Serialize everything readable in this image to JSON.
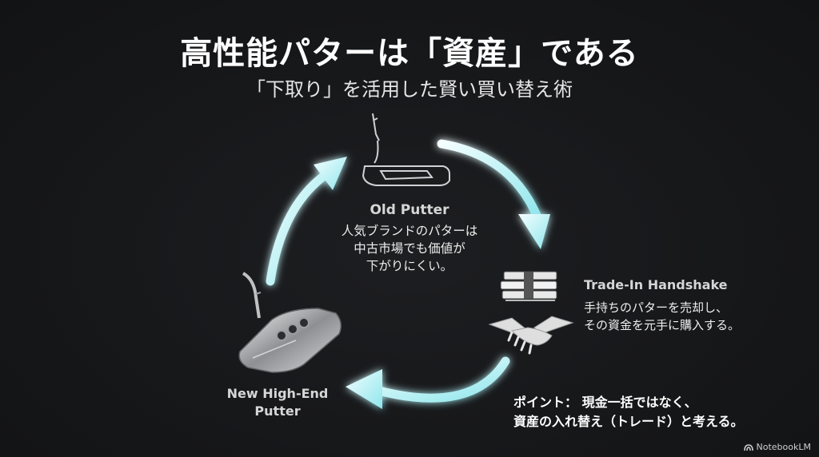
{
  "slide": {
    "title": "高性能パターは「資産」である",
    "subtitle": "「下取り」を活用した賢い買い替え術"
  },
  "nodes": {
    "old_putter": {
      "title": "Old Putter",
      "desc_lines": [
        "人気ブランドのパターは",
        "中古市場でも価値が",
        "下がりにくい。"
      ]
    },
    "trade_in": {
      "title": "Trade-In Handshake",
      "desc_lines": [
        "手持ちのパターを売却し、",
        "その資金を元手に購入する。"
      ]
    },
    "new_putter": {
      "title_lines": [
        "New High-End",
        "Putter"
      ]
    }
  },
  "point": {
    "lines": [
      "ポイント： 現金一括ではなく、",
      "資産の入れ替え（トレード）と考える。"
    ]
  },
  "brand": {
    "name": "NotebookLM"
  },
  "colors": {
    "background": "#17181a",
    "arrow_glow": "#7fe3ea",
    "arrow_core": "#e9fbfc"
  }
}
